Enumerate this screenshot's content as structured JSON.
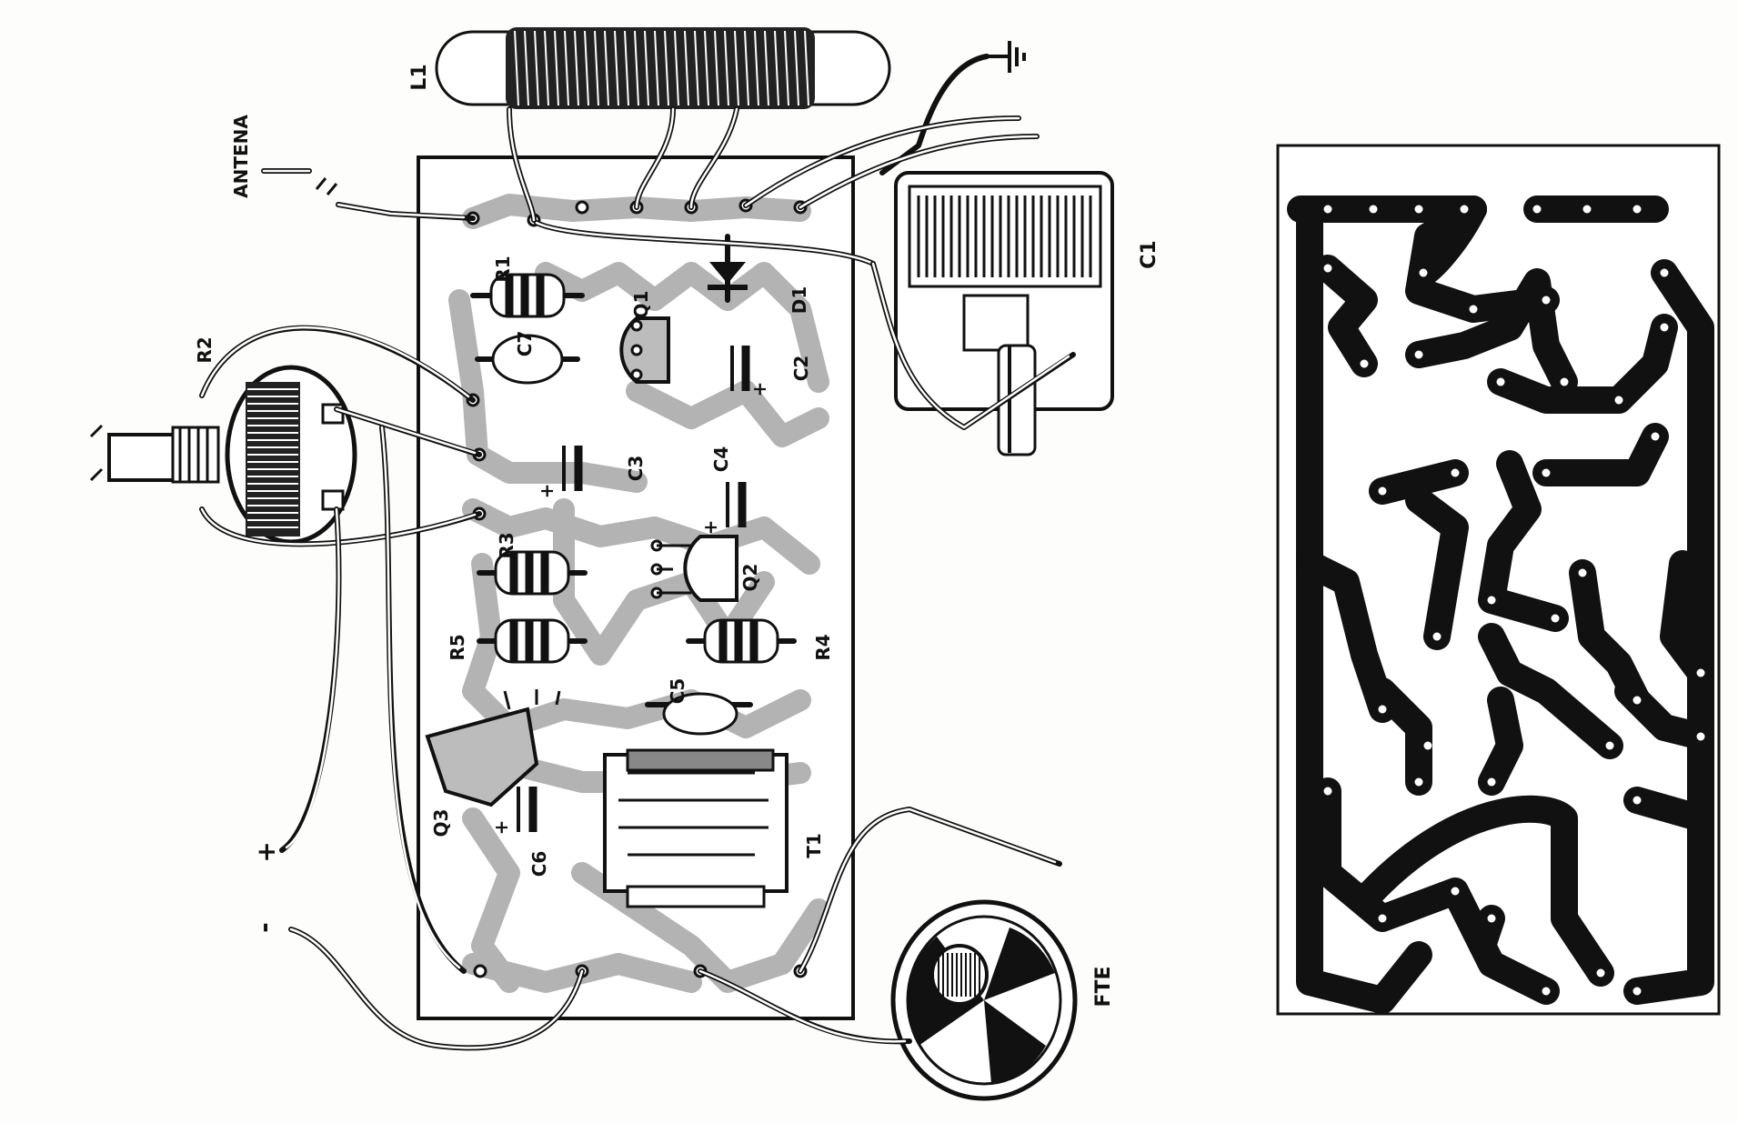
{
  "assembly": {
    "antenna_label": "ANTENA",
    "plus_label": "+",
    "minus_label": "-",
    "coil": {
      "label": "L1"
    },
    "capacitor_variable": {
      "label": "C1"
    },
    "potentiometer": {
      "label": "R2"
    },
    "speaker": {
      "label": "FTE"
    },
    "transformer": {
      "label": "T1"
    },
    "resistors": [
      {
        "label": "R1"
      },
      {
        "label": "R3"
      },
      {
        "label": "R5"
      },
      {
        "label": "R4"
      }
    ],
    "transistors": [
      {
        "label": "Q1"
      },
      {
        "label": "Q2"
      },
      {
        "label": "Q3"
      }
    ],
    "diode": {
      "label": "D1"
    },
    "ceramic_caps": [
      {
        "label": "C7"
      },
      {
        "label": "C5"
      }
    ],
    "electrolytic_caps": [
      {
        "label": "C2",
        "polarity": "+"
      },
      {
        "label": "C3",
        "polarity": "+"
      },
      {
        "label": "C4",
        "polarity": "+"
      },
      {
        "label": "C6",
        "polarity": "+"
      }
    ]
  },
  "colors": {
    "ink": "#111111",
    "copper_shade": "#b3b3b3",
    "paper": "#fdfdfb"
  }
}
